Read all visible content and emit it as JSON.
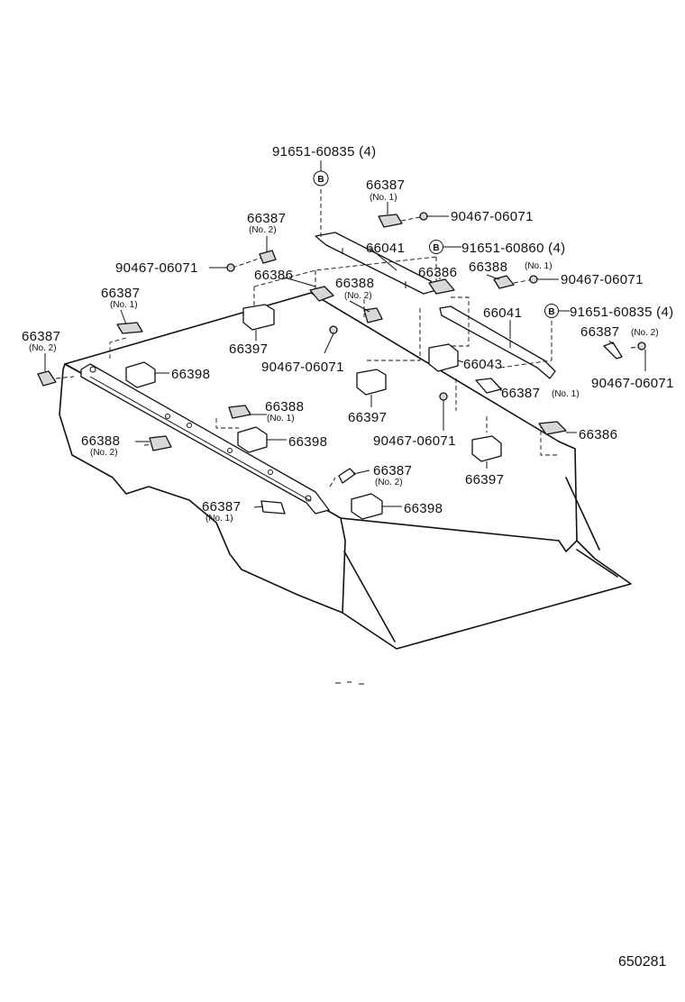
{
  "labels": {
    "p_91651_60835_top": "91651-60835 (4)",
    "p_66387_no1_top": "66387",
    "p_66387_no1_top_sub": "(No. 1)",
    "p_90467_top": "90467-06071",
    "p_66387_no2_a": "66387",
    "p_66387_no2_a_sub": "(No. 2)",
    "p_66041_a": "66041",
    "p_91651_60860": "91651-60860 (4)",
    "p_90467_left": "90467-06071",
    "p_66386_a": "66386",
    "p_66386_b": "66386",
    "p_66388_no1_a": "66388",
    "p_66388_no1_a_sub": "(No. 1)",
    "p_90467_right": "90467-06071",
    "p_66388_no2_a": "66388",
    "p_66388_no2_a_sub": "(No. 2)",
    "p_66387_no1_b": "66387",
    "p_66387_no1_b_sub": "(No. 1)",
    "p_66041_b": "66041",
    "p_91651_60835_right": "91651-60835 (4)",
    "p_66387_no2_b": "66387",
    "p_66387_no2_b_sub": "(No. 2)",
    "p_66387_no2_c": "66387",
    "p_66387_no2_c_sub": "(No. 2)",
    "p_66397_a": "66397",
    "p_90467_mid": "90467-06071",
    "p_66043": "66043",
    "p_90467_far": "90467-06071",
    "p_66398_a": "66398",
    "p_66387_no1_c": "66387",
    "p_66387_no1_c_sub": "(No. 1)",
    "p_66397_b": "66397",
    "p_66388_no1_b": "66388",
    "p_66388_no1_b_sub": "(No. 1)",
    "p_66386_c": "66386",
    "p_66388_no2_b": "66388",
    "p_66388_no2_b_sub": "(No. 2)",
    "p_66398_b": "66398",
    "p_90467_bottom": "90467-06071",
    "p_66387_no2_d": "66387",
    "p_66387_no2_d_sub": "(No. 2)",
    "p_66397_c": "66397",
    "p_66387_no1_d": "66387",
    "p_66387_no1_d_sub": "(No. 1)",
    "p_66398_c": "66398",
    "bolt_mark": "B",
    "figure_number": "650281"
  }
}
